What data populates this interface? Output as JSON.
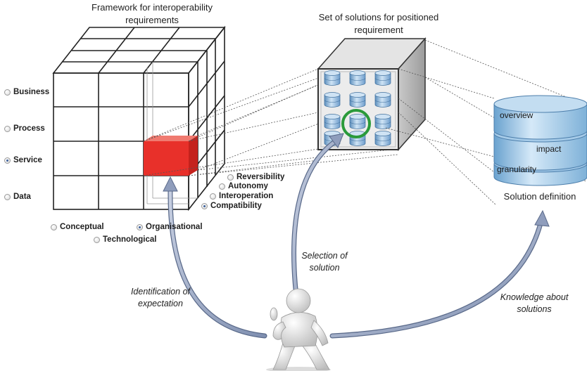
{
  "titles": {
    "framework": "Framework for interoperability requirements",
    "solutions": "Set of solutions for positioned requirement",
    "solution_definition": "Solution definition"
  },
  "rows": [
    {
      "label": "Business",
      "selected": false
    },
    {
      "label": "Process",
      "selected": false
    },
    {
      "label": "Service",
      "selected": true
    },
    {
      "label": "Data",
      "selected": false
    }
  ],
  "columns": [
    {
      "label": "Conceptual",
      "selected": false
    },
    {
      "label": "Organisational",
      "selected": true
    },
    {
      "label": "Technological",
      "selected": false
    }
  ],
  "depth": [
    {
      "label": "Reversibility",
      "selected": false
    },
    {
      "label": "Autonomy",
      "selected": false
    },
    {
      "label": "Interoperation",
      "selected": false
    },
    {
      "label": "Compatibility",
      "selected": true
    }
  ],
  "database_labels": {
    "top": "overview",
    "middle": "impact",
    "bottom": "granularity"
  },
  "arrow_labels": {
    "identification": "Identification of expectation",
    "selection": "Selection of solution",
    "knowledge": "Knowledge about solutions"
  },
  "colors": {
    "highlight_cell": "#e8302a",
    "arrow": "#9aa7c4",
    "database": "#a9cbe6",
    "ring": "#2a9a3a"
  }
}
